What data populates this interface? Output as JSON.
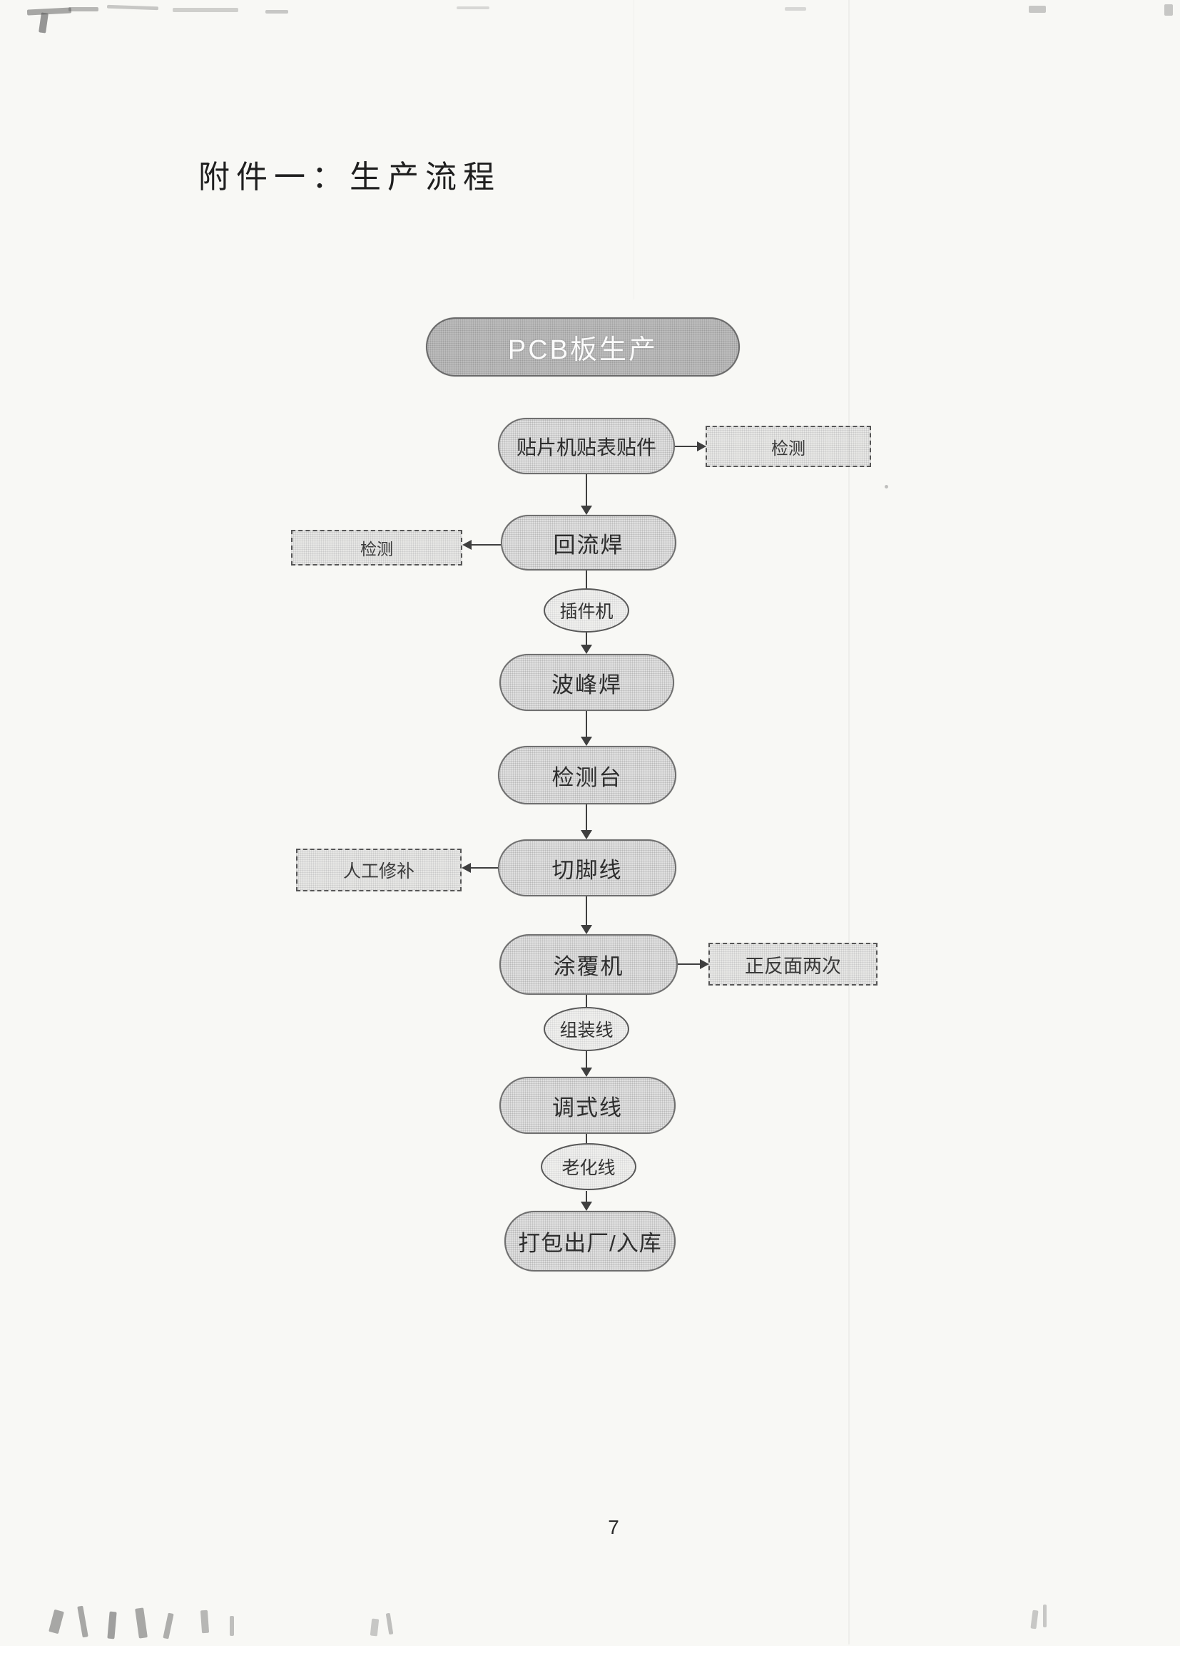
{
  "document": {
    "title": "附件一：生产流程",
    "page_number": "7"
  },
  "flowchart": {
    "start_node": {
      "label": "PCB板生产"
    },
    "process_nodes": [
      {
        "label": "贴片机贴表贴件"
      },
      {
        "label": "回流焊"
      },
      {
        "label": "波峰焊"
      },
      {
        "label": "检测台"
      },
      {
        "label": "切脚线"
      },
      {
        "label": "涂覆机"
      },
      {
        "label": "调式线"
      },
      {
        "label": "打包出厂/入库"
      }
    ],
    "connector_nodes": [
      {
        "label": "插件机"
      },
      {
        "label": "组装线"
      },
      {
        "label": "老化线"
      }
    ],
    "side_nodes": [
      {
        "label": "检测"
      },
      {
        "label": "检测"
      },
      {
        "label": "人工修补"
      },
      {
        "label": "正反面两次"
      }
    ]
  },
  "colors": {
    "paper": "#f8f8f5",
    "node_fill": "#e0e0e0",
    "node_border": "#6f6f6f",
    "start_fill": "#bfbfbf",
    "start_text": "#fbfbfb",
    "dashed_fill": "#e7e7e5",
    "dashed_border": "#565656",
    "ellipse_fill": "#f0f0ee",
    "arrow": "#3f3f3f",
    "text": "#2e2e2e"
  }
}
